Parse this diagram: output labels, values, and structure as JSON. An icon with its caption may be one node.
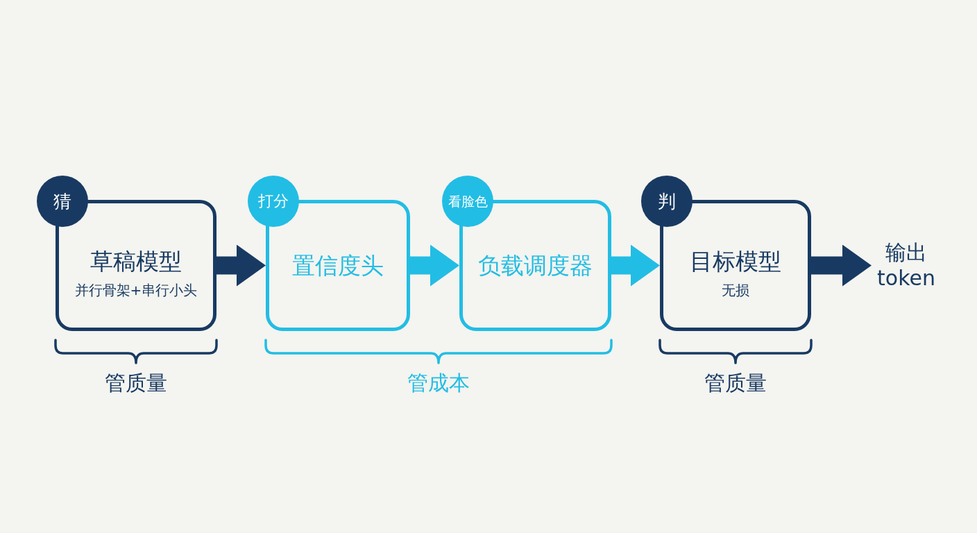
{
  "diagram": {
    "nodes": [
      {
        "text": [
          "猜"
        ]
      },
      {
        "text": [
          "草稿模型",
          "并行骨架+串行小头"
        ]
      },
      {
        "text": [
          "打分"
        ]
      },
      {
        "text": [
          "置信度头"
        ]
      },
      {
        "text": [
          "看脸色"
        ]
      },
      {
        "text": [
          "负载调度器"
        ]
      },
      {
        "text": [
          "判"
        ]
      },
      {
        "text": [
          "目标模型",
          "无损"
        ]
      },
      {
        "text": [
          "输出 token"
        ]
      }
    ],
    "edges": [
      {
        "from": 1,
        "to": 3,
        "arrow": "to"
      },
      {
        "from": 3,
        "to": 5,
        "arrow": "to",
        "color": "#22bde4"
      },
      {
        "from": 5,
        "to": 7,
        "arrow": "to",
        "color": "#22bde4"
      },
      {
        "from": 7,
        "to": 8,
        "arrow": "to"
      }
    ],
    "labels": [
      "管质量",
      "管成本",
      "管质量"
    ]
  }
}
